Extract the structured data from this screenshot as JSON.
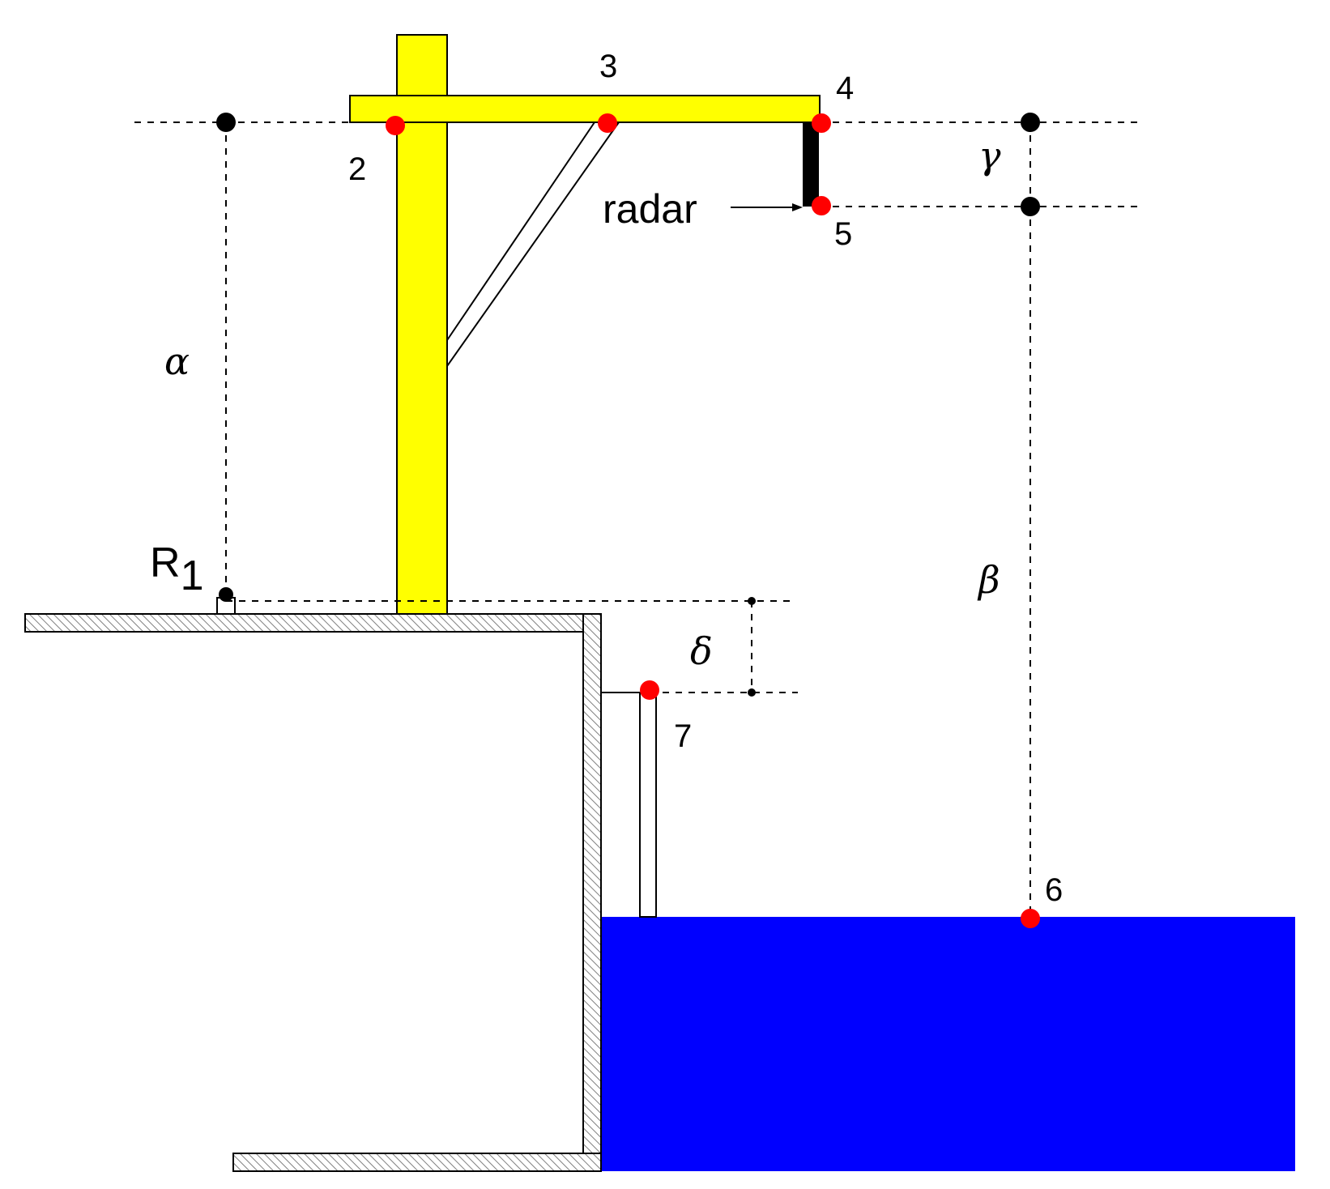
{
  "diagram": {
    "colors": {
      "mast": "#ffff00",
      "water": "#0000ff",
      "marker": "#ff0000",
      "reference_dot": "#000000",
      "hatch": "#808080"
    },
    "points": [
      {
        "label": "2"
      },
      {
        "label": "3"
      },
      {
        "label": "4"
      },
      {
        "label": "5"
      },
      {
        "label": "6"
      },
      {
        "label": "7"
      }
    ],
    "dimensions": {
      "alpha": "α",
      "beta": "β",
      "gamma": "γ",
      "delta": "δ"
    },
    "radar_label": "radar",
    "reference": {
      "main": "R",
      "sub": "1"
    }
  }
}
